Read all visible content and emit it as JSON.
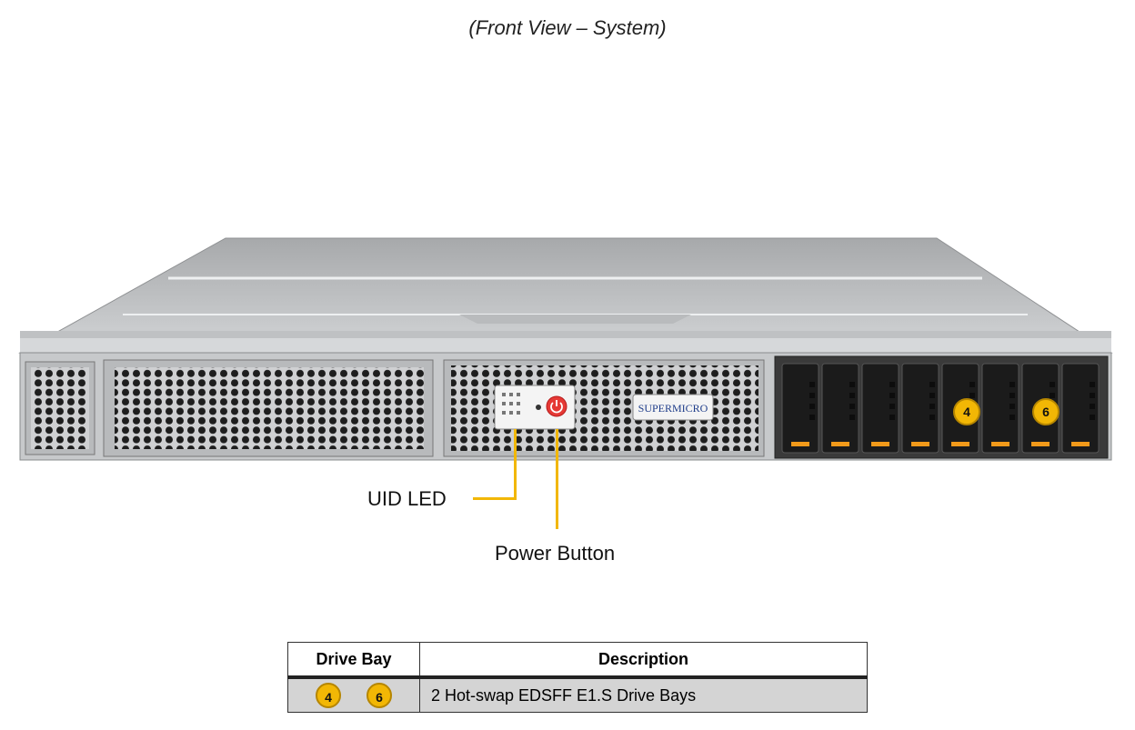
{
  "caption": "(Front View – System)",
  "chassis": {
    "brand": "SUPERMICRO",
    "drive_bay_markers": [
      "4",
      "6"
    ]
  },
  "callouts": {
    "uid_led": "UID LED",
    "power_button": "Power Button"
  },
  "table": {
    "headers": [
      "Drive Bay",
      "Description"
    ],
    "rows": [
      {
        "bays": [
          "4",
          "6"
        ],
        "description": "2 Hot-swap EDSFF E1.S Drive Bays"
      }
    ]
  },
  "colors": {
    "callout": "#f2b705",
    "chassis_metal": "#c7c9cb",
    "drive_bay": "#1b1b1b",
    "drive_led": "#f29a1a"
  }
}
